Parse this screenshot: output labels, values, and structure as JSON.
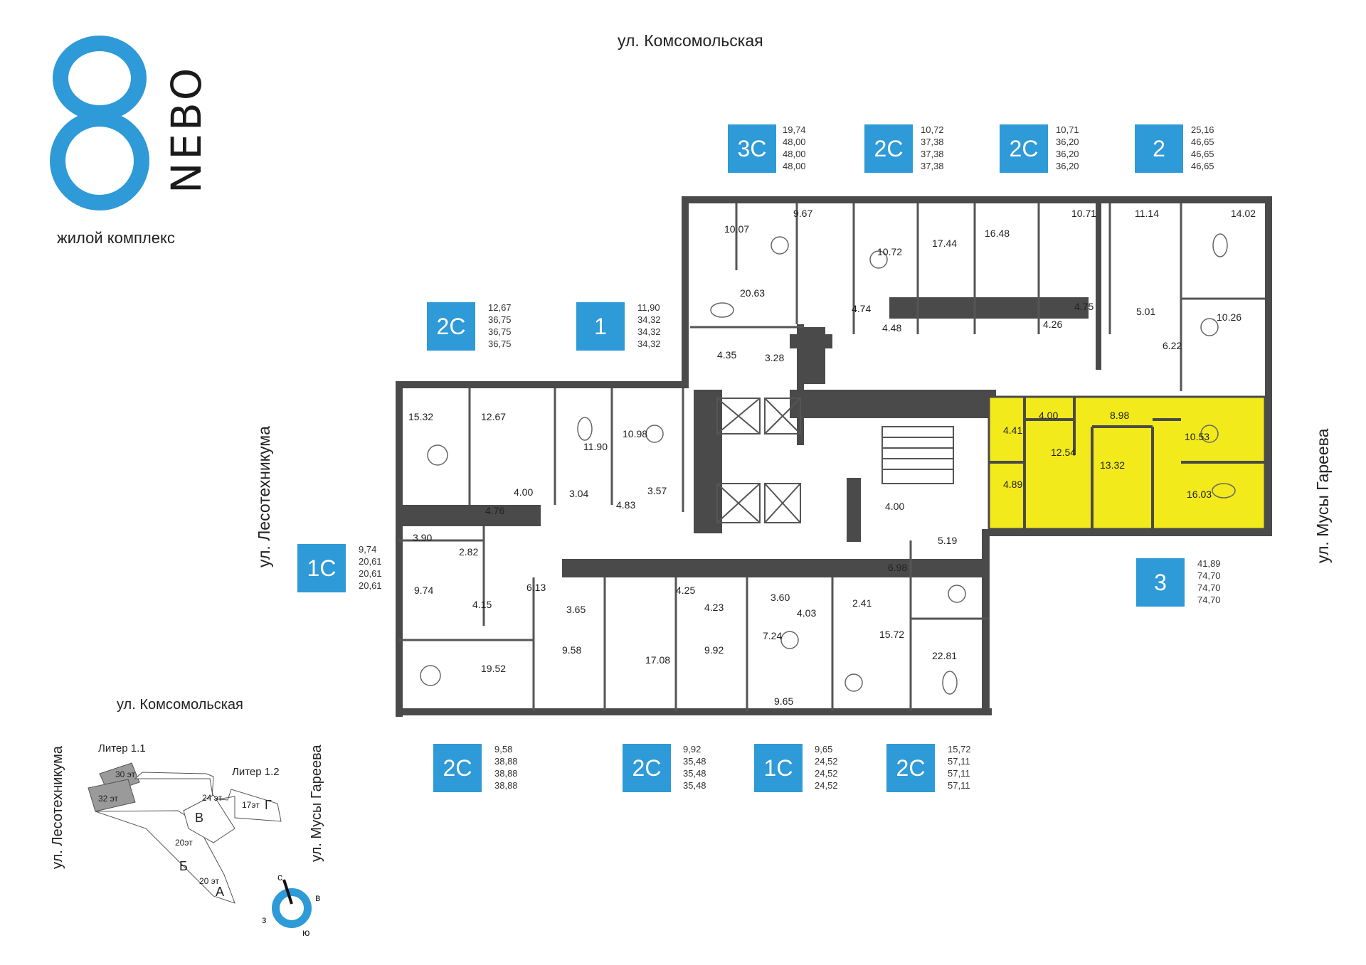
{
  "brand": {
    "logo_digit": "8",
    "name": "NEBO",
    "subtitle": "жилой комплекс"
  },
  "streets": {
    "top": "ул. Комсомольская",
    "left": "ул. Лесотехникума",
    "right": "ул. Мусы Гареева"
  },
  "apartments": [
    {
      "type": "3С",
      "areas": [
        "19,74",
        "48,00",
        "48,00",
        "48,00"
      ]
    },
    {
      "type": "2С",
      "areas": [
        "10,72",
        "37,38",
        "37,38",
        "37,38"
      ]
    },
    {
      "type": "2С",
      "areas": [
        "10,71",
        "36,20",
        "36,20",
        "36,20"
      ]
    },
    {
      "type": "2",
      "areas": [
        "25,16",
        "46,65",
        "46,65",
        "46,65"
      ]
    },
    {
      "type": "2С",
      "areas": [
        "12,67",
        "36,75",
        "36,75",
        "36,75"
      ]
    },
    {
      "type": "1",
      "areas": [
        "11,90",
        "34,32",
        "34,32",
        "34,32"
      ]
    },
    {
      "type": "1С",
      "areas": [
        "9,74",
        "20,61",
        "20,61",
        "20,61"
      ]
    },
    {
      "type": "3",
      "areas": [
        "41,89",
        "74,70",
        "74,70",
        "74,70"
      ]
    },
    {
      "type": "2С",
      "areas": [
        "9,58",
        "38,88",
        "38,88",
        "38,88"
      ]
    },
    {
      "type": "2С",
      "areas": [
        "9,92",
        "35,48",
        "35,48",
        "35,48"
      ]
    },
    {
      "type": "1С",
      "areas": [
        "9,65",
        "24,52",
        "24,52",
        "24,52"
      ]
    },
    {
      "type": "2С",
      "areas": [
        "15,72",
        "57,11",
        "57,11",
        "57,11"
      ]
    }
  ],
  "rooms": [
    "10.07",
    "9.67",
    "20.63",
    "4.35",
    "3.28",
    "10.72",
    "4.74",
    "4.48",
    "17.44",
    "16.48",
    "4.26",
    "10.71",
    "4.75",
    "11.14",
    "5.01",
    "14.02",
    "10.26",
    "6.22",
    "15.32",
    "12.67",
    "11.90",
    "10.98",
    "4.00",
    "3.04",
    "4.76",
    "4.83",
    "3.57",
    "3.90",
    "2.82",
    "9.74",
    "4.15",
    "6.13",
    "3.65",
    "4.25",
    "4.23",
    "3.60",
    "4.03",
    "2.41",
    "4.00",
    "5.19",
    "6.98",
    "19.52",
    "9.58",
    "17.08",
    "9.92",
    "7.24",
    "9.65",
    "15.72",
    "22.81",
    "4.41",
    "4.00",
    "8.98",
    "10.53",
    "12.54",
    "13.32",
    "16.03",
    "4.89"
  ],
  "minimap": {
    "street_top": "ул. Комсомольская",
    "street_left": "ул. Лесотехникума",
    "street_right": "ул. Мусы Гареева",
    "liter_1_1": "Литер 1.1",
    "liter_1_2": "Литер 1.2",
    "floors": [
      "30 эт",
      "32 эт",
      "24 эт",
      "17эт",
      "20эт",
      "20 эт"
    ],
    "sections": [
      "Г",
      "В",
      "Б",
      "А"
    ]
  },
  "compass": {
    "n": "с",
    "e": "в",
    "s": "ю",
    "w": "з"
  },
  "colors": {
    "accent": "#2e9ad8",
    "highlight": "#f2ea1b",
    "wall": "#4a4a4a"
  }
}
